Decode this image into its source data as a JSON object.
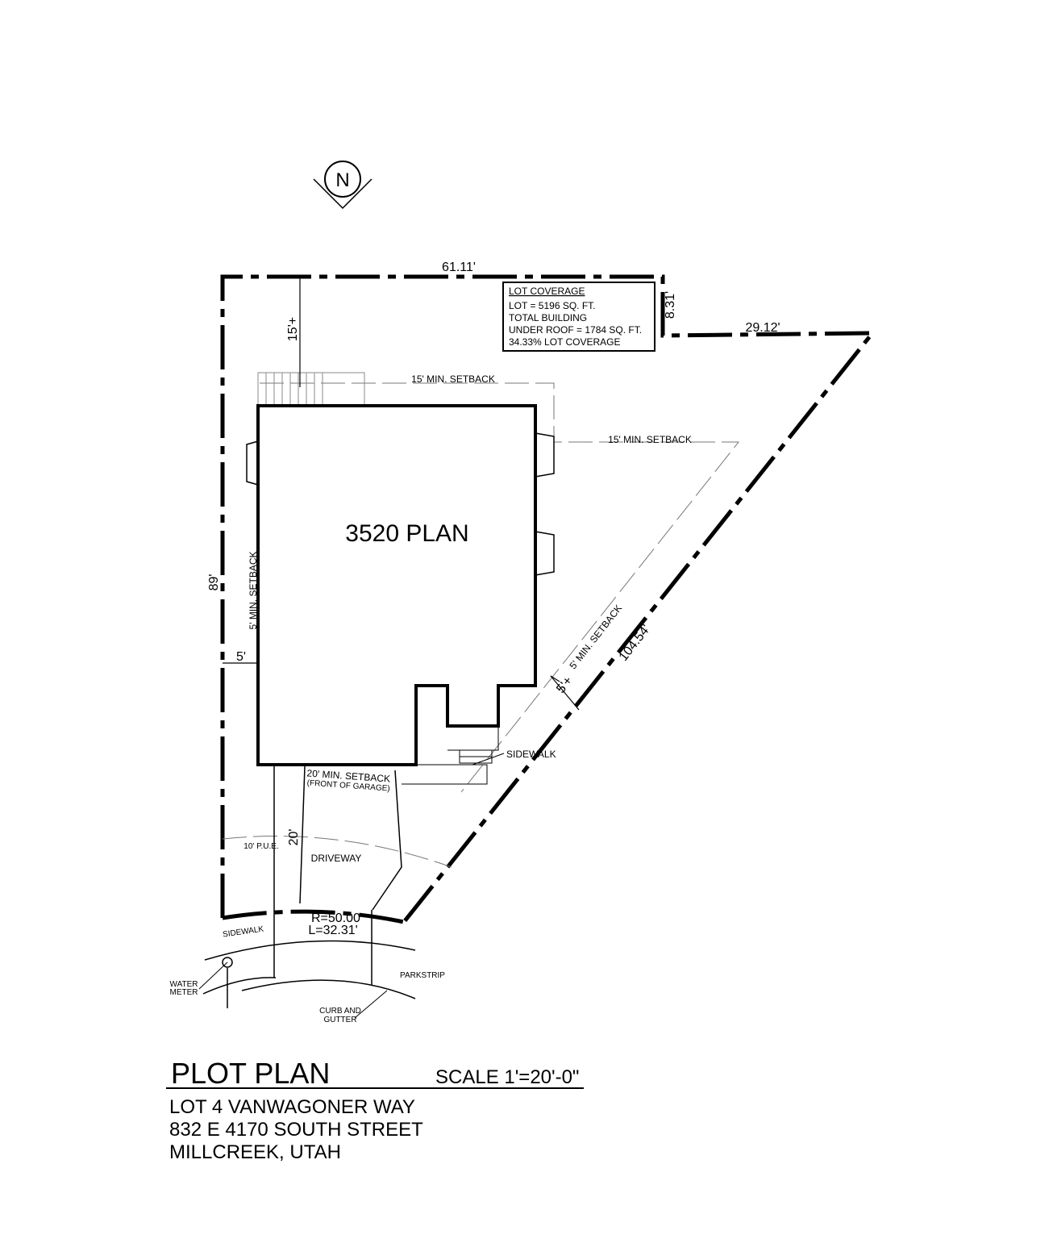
{
  "north": {
    "letter": "N"
  },
  "lot": {
    "dims": {
      "top": "61.11'",
      "notch": "8.31'",
      "top_right": "29.12'",
      "left": "89'",
      "diagonal": "104.54'",
      "rear_setback_dim": "15'+",
      "side_dim": "5'",
      "diag_dim": "5'+",
      "driveway_dim": "20'",
      "curve_r": "R=50.00'",
      "curve_l": "L=32.31'"
    }
  },
  "coverage": {
    "title": "LOT COVERAGE",
    "lines": [
      "LOT = 5196 SQ. FT.",
      "TOTAL BUILDING",
      "UNDER ROOF = 1784 SQ. FT.",
      "34.33% LOT COVERAGE"
    ]
  },
  "setbacks": {
    "rear": "15' MIN. SETBACK",
    "right": "15' MIN. SETBACK",
    "side": "5' MIN. SETBACK",
    "diag": "5' MIN. SETBACK",
    "front": "20' MIN. SETBACK",
    "front_note": "(FRONT OF GARAGE)",
    "pue": "10' P.U.E."
  },
  "building": {
    "label": "3520 PLAN"
  },
  "site": {
    "driveway": "DRIVEWAY",
    "sidewalk_front": "SIDEWALK",
    "sidewalk_street": "SIDEWALK",
    "parkstrip": "PARKSTRIP",
    "water_meter": [
      "WATER",
      "METER"
    ],
    "curb": [
      "CURB AND",
      "GUTTER"
    ]
  },
  "title_block": {
    "title": "PLOT PLAN",
    "scale": "SCALE 1'=20'-0\"",
    "address": [
      "LOT 4 VANWAGONER WAY",
      "832 E 4170 SOUTH STREET",
      "MILLCREEK, UTAH"
    ]
  }
}
